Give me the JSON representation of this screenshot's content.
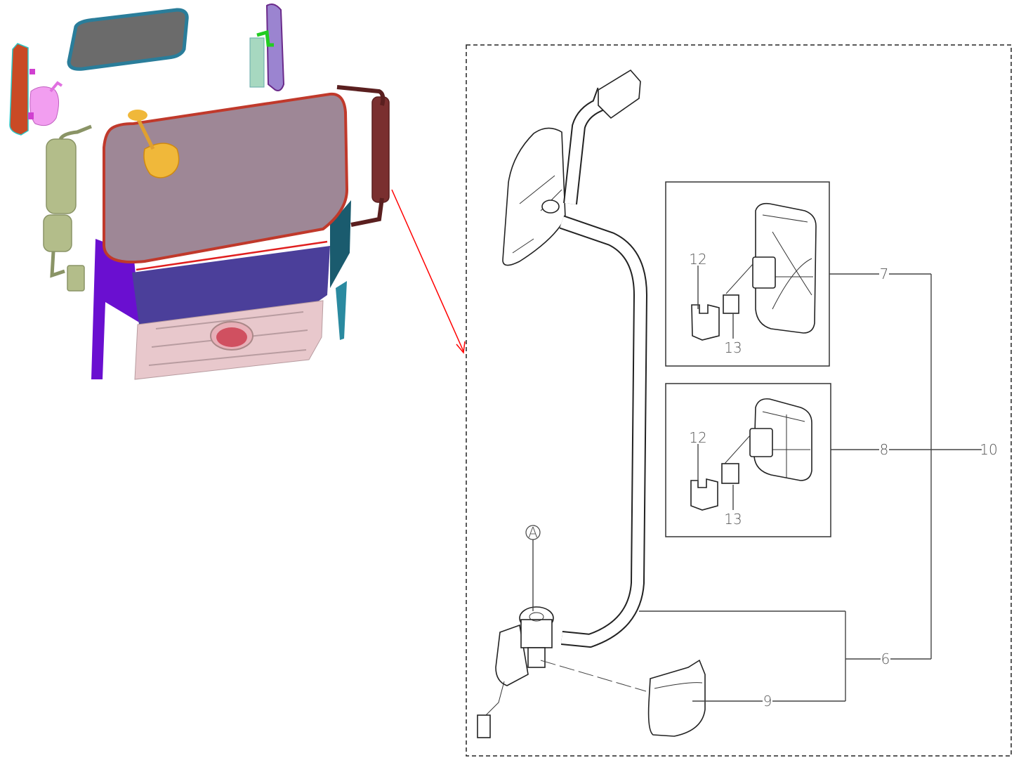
{
  "callouts": {
    "a": "A",
    "box1_12": "12",
    "box1_13": "13",
    "box2_12": "12",
    "box2_13": "13",
    "item7": "7",
    "item8": "8",
    "item10": "10",
    "item6": "6",
    "item9": "9"
  },
  "colors": {
    "pointer_arrow": "#ff0000",
    "windshield": "#9e8796",
    "windshield_seal": "#c0392b",
    "front_panel": "#4b3f9a",
    "side_panel_left": "#6a0fd0",
    "side_panel_right": "#1a5b6e",
    "grille": "#e8c8cc",
    "mirror_left": "#b3bd8a",
    "mirror_right": "#7a2f2f",
    "mirror_center": "#f0b83a",
    "rear_window": "#6a6a6a",
    "rear_window_frame": "#2a7d9a"
  }
}
